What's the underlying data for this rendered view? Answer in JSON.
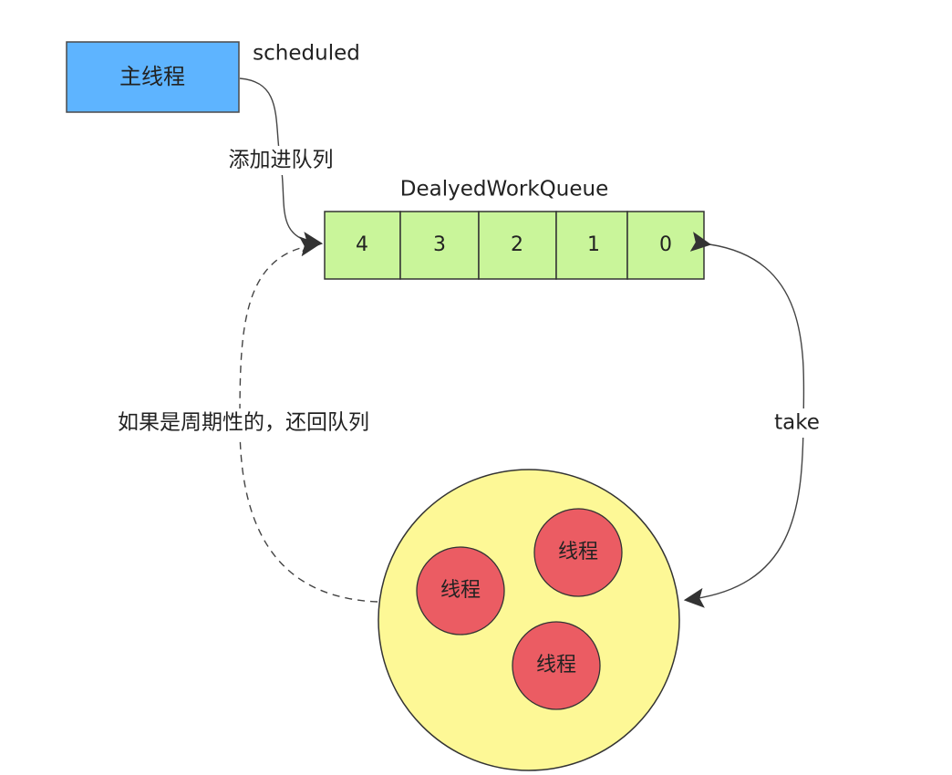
{
  "main_thread": {
    "label": "主线程",
    "fill": "#5eb4ff",
    "stroke": "#4a4a4a"
  },
  "queue": {
    "title": "DealyedWorkQueue",
    "cells": [
      "4",
      "3",
      "2",
      "1",
      "0"
    ],
    "fill": "#c9f59a",
    "stroke": "#333333"
  },
  "edges": {
    "scheduled": "scheduled",
    "enqueue": "添加进队列",
    "take": "take",
    "requeue": "如果是周期性的，还回队列"
  },
  "pool": {
    "fill": "#fdf896",
    "stroke": "#333333",
    "threads": [
      "线程",
      "线程",
      "线程"
    ],
    "thread_fill": "#eb5c63"
  }
}
